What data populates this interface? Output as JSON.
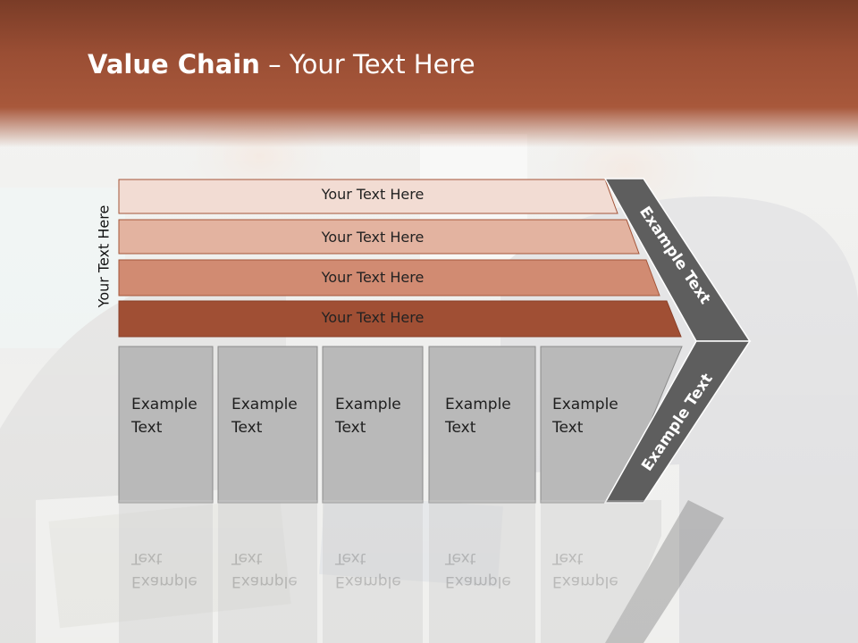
{
  "slide": {
    "title_bold": "Value Chain",
    "title_rest": " – Your Text Here",
    "side_label": "Your Text Here",
    "bands": [
      {
        "label": "Your Text Here",
        "color": "#f2dcd3"
      },
      {
        "label": "Your Text Here",
        "color": "#e3b3a0"
      },
      {
        "label": "Your Text Here",
        "color": "#d18b72"
      },
      {
        "label": "Your Text Here",
        "color": "#a04f34"
      }
    ],
    "cells": [
      {
        "label": "Example\nText"
      },
      {
        "label": "Example\nText"
      },
      {
        "label": "Example\nText"
      },
      {
        "label": "Example\nText"
      },
      {
        "label": "Example\nText"
      }
    ],
    "chevron_top_label": "Example Text",
    "chevron_bottom_label": "Example Text",
    "colors": {
      "header": "#a8583b",
      "cell": "#b9b9b9",
      "chevron": "#5e5e5e"
    }
  }
}
